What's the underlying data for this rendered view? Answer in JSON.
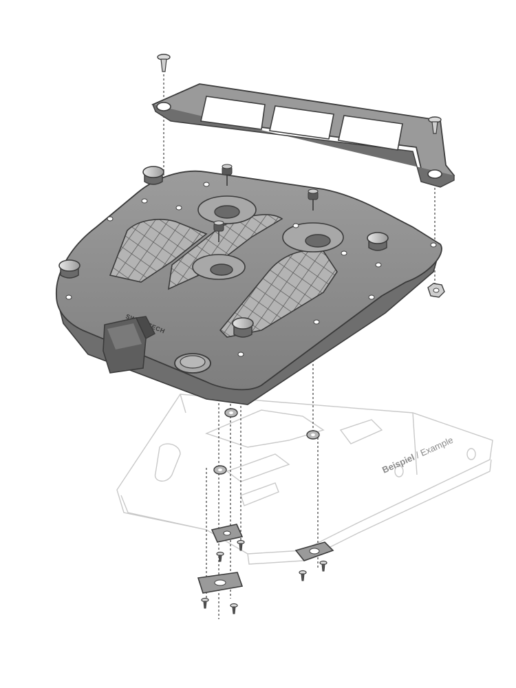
{
  "watermark": {
    "primary": "Beispiel",
    "separator": " / ",
    "secondary": "Example"
  },
  "plate_brand": "SW-MOTECH",
  "colors": {
    "plate_fill": "#8a8a8a",
    "plate_shadow": "#6e6e6e",
    "outline_dark": "#3a3a3a",
    "bracket_fill": "#9a9a9a",
    "rack_outline": "#c8c8c8",
    "watermark_text": "#8a8a8a"
  },
  "icons": [
    "screw-icon",
    "nut-icon",
    "knob-icon",
    "washer-icon",
    "clamp-plate-icon"
  ]
}
